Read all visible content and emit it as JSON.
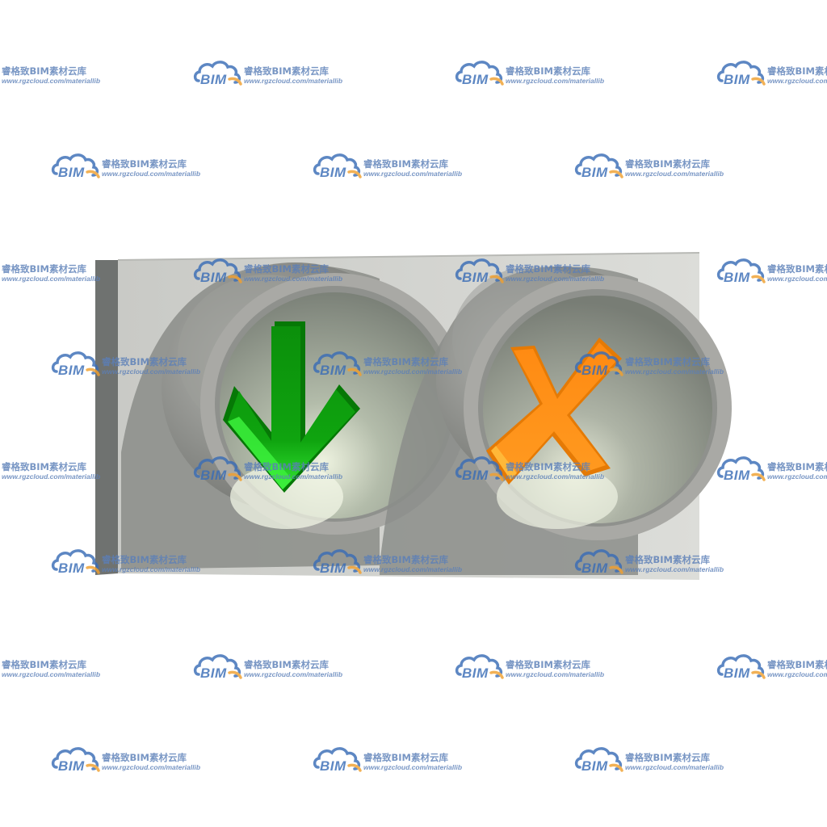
{
  "scene": {
    "object": "lane control signal",
    "lamps": [
      {
        "symbol": "down-arrow",
        "color": "#0a9a0a",
        "highlight": "#3ee83e"
      },
      {
        "symbol": "x-cross",
        "color": "#ff8a10",
        "highlight": "#ffb040"
      }
    ],
    "housing_color": "#cfd0cc",
    "ring_color": "#a9a9a5"
  },
  "watermark": {
    "logo_text": "BIM",
    "brand": "睿格致BIM素材云库",
    "url": "www.rgzcloud.com/materiallib",
    "color": "#5b7fb8"
  }
}
